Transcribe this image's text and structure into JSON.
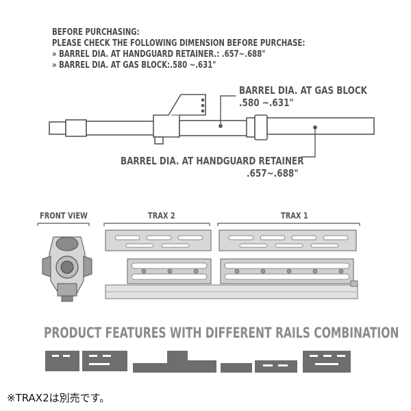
{
  "notice": {
    "line1": "BEFORE PURCHASING:",
    "line2": "PLEASE CHECK THE FOLLOWING DIMENSION BEFORE PURCHASE:",
    "line3": "» BARREL DIA. AT HANDGUARD RETAINER.: .657~.688\"",
    "line4": "» BARREL DIA. AT GAS BLOCK:.580 ~.631\""
  },
  "gas_block": {
    "label": "BARREL DIA. AT GAS BLOCK",
    "value": ".580 ~.631\""
  },
  "retainer": {
    "label": "BARREL DIA. AT HANDGUARD RETAINER",
    "value": ".657~.688\""
  },
  "sections": {
    "front_view": "FRONT VIEW",
    "trax2": "TRAX 2",
    "trax1": "TRAX 1"
  },
  "features_title": "PRODUCT FEATURES WITH DIFFERENT RAILS COMBINATION",
  "footnote": "※TRAX2は別売です。",
  "colors": {
    "line": "#555555",
    "part_fill": "#d4d4d4",
    "part_dark": "#6e6e6e",
    "title_gray": "#8a8a8a"
  }
}
